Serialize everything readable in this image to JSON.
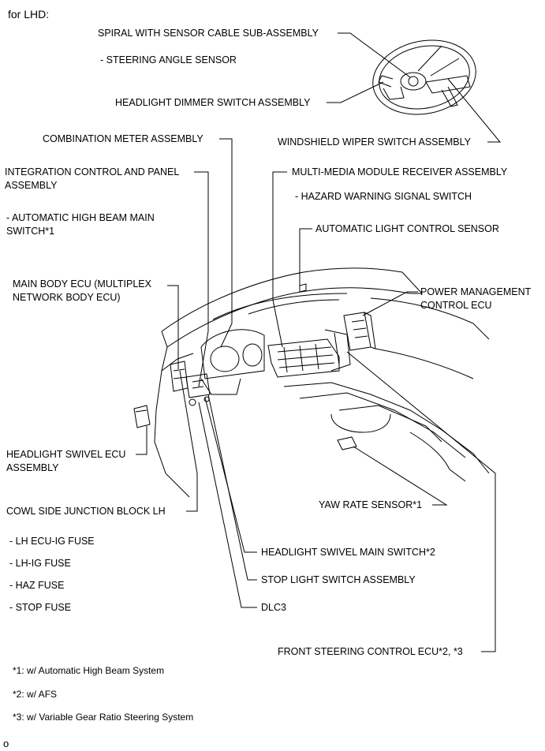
{
  "heading": "for LHD:",
  "labels": {
    "spiral": "SPIRAL WITH SENSOR CABLE SUB-ASSEMBLY",
    "steering_angle": "- STEERING ANGLE SENSOR",
    "headlight_dimmer": "HEADLIGHT DIMMER SWITCH ASSEMBLY",
    "windshield_wiper": "WINDSHIELD WIPER SWITCH ASSEMBLY",
    "combination_meter": "COMBINATION METER ASSEMBLY",
    "integration_line1": "INTEGRATION CONTROL AND PANEL",
    "integration_line2": "ASSEMBLY",
    "auto_high_beam_line1": "- AUTOMATIC HIGH BEAM MAIN",
    "auto_high_beam_line2": "SWITCH*1",
    "multimedia": "MULTI-MEDIA MODULE RECEIVER ASSEMBLY",
    "hazard_switch": "- HAZARD WARNING SIGNAL SWITCH",
    "auto_light_sensor": "AUTOMATIC LIGHT CONTROL SENSOR",
    "main_body_line1": "MAIN BODY ECU (MULTIPLEX",
    "main_body_line2": "NETWORK BODY ECU)",
    "power_mgmt_line1": "POWER MANAGEMENT",
    "power_mgmt_line2": "CONTROL ECU",
    "headlight_swivel_ecu_line1": "HEADLIGHT SWIVEL ECU",
    "headlight_swivel_ecu_line2": "ASSEMBLY",
    "yaw_rate": "YAW RATE SENSOR*1",
    "cowl_side": "COWL SIDE JUNCTION BLOCK LH",
    "lh_ecu_ig": "- LH ECU-IG FUSE",
    "lh_ig": "- LH-IG FUSE",
    "haz_fuse": "- HAZ FUSE",
    "stop_fuse": "- STOP FUSE",
    "headlight_swivel_main": "HEADLIGHT SWIVEL MAIN SWITCH*2",
    "stop_light": "STOP LIGHT SWITCH ASSEMBLY",
    "dlc3": "DLC3",
    "front_steering": "FRONT STEERING CONTROL ECU*2, *3"
  },
  "notes": {
    "n1": "*1: w/ Automatic High Beam System",
    "n2": "*2: w/ AFS",
    "n3": "*3: w/ Variable Gear Ratio Steering System"
  },
  "corner_mark": "o",
  "colors": {
    "line": "#000000",
    "background": "#ffffff"
  }
}
